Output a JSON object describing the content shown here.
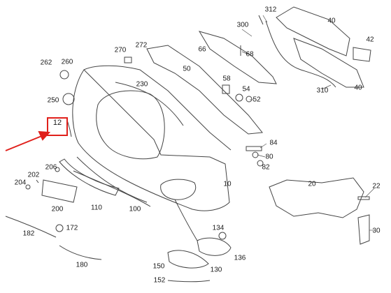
{
  "highlight": {
    "part": "12",
    "color": "#e0201b"
  },
  "parts": [
    {
      "id": "312"
    },
    {
      "id": "40"
    },
    {
      "id": "300"
    },
    {
      "id": "42"
    },
    {
      "id": "272"
    },
    {
      "id": "270"
    },
    {
      "id": "66"
    },
    {
      "id": "68"
    },
    {
      "id": "262"
    },
    {
      "id": "260"
    },
    {
      "id": "50"
    },
    {
      "id": "230"
    },
    {
      "id": "58"
    },
    {
      "id": "54"
    },
    {
      "id": "310"
    },
    {
      "id": "40"
    },
    {
      "id": "250"
    },
    {
      "id": "52"
    },
    {
      "id": "84"
    },
    {
      "id": "80"
    },
    {
      "id": "206"
    },
    {
      "id": "202"
    },
    {
      "id": "82"
    },
    {
      "id": "204"
    },
    {
      "id": "10"
    },
    {
      "id": "20"
    },
    {
      "id": "22"
    },
    {
      "id": "200"
    },
    {
      "id": "110"
    },
    {
      "id": "100"
    },
    {
      "id": "182"
    },
    {
      "id": "172"
    },
    {
      "id": "134"
    },
    {
      "id": "30"
    },
    {
      "id": "136"
    },
    {
      "id": "180"
    },
    {
      "id": "150"
    },
    {
      "id": "130"
    },
    {
      "id": "152"
    }
  ]
}
